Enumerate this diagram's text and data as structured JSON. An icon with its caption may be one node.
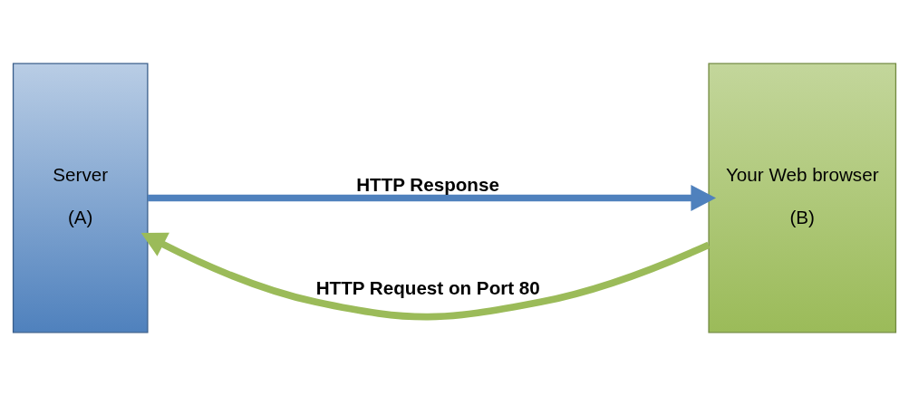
{
  "diagram": {
    "nodes": [
      {
        "text": [
          "Server",
          "(A)"
        ]
      },
      {
        "text": [
          "Your Web browser",
          "(B)"
        ]
      }
    ],
    "edges": [
      {
        "from": 1,
        "to": 0,
        "arrow": "to",
        "label": "HTTP Request on Port 80",
        "color": "#9bbb59"
      },
      {
        "from": 0,
        "to": 1,
        "arrow": "to",
        "label": "HTTP Response",
        "color": "#4f81bd"
      }
    ]
  }
}
